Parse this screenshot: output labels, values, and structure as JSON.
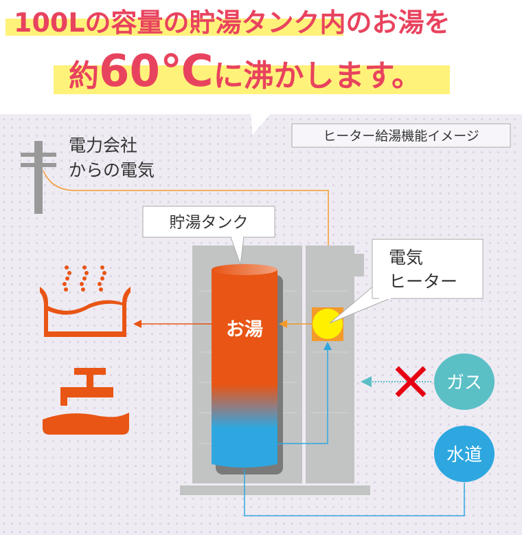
{
  "headline": {
    "line1": "100Lの容量の貯湯タンク内のお湯を",
    "line2_prefix": "約",
    "line2_number": "60℃",
    "line2_suffix": "に沸かします。"
  },
  "diagram": {
    "caption": "ヒーター給湯機能イメージ",
    "power_source_line1": "電力会社",
    "power_source_line2": "からの電気",
    "tank_label": "貯湯タンク",
    "tank_content": "お湯",
    "heater_label_line1": "電気",
    "heater_label_line2": "ヒーター",
    "gas_label": "ガス",
    "water_label": "水道"
  },
  "colors": {
    "headline": "#e8435e",
    "highlight": "#fff27a",
    "hot": "#e85514",
    "cold": "#2ea7e0",
    "gas": "#5bbfc6",
    "heater": "#fff000",
    "cross": "#e60012"
  }
}
